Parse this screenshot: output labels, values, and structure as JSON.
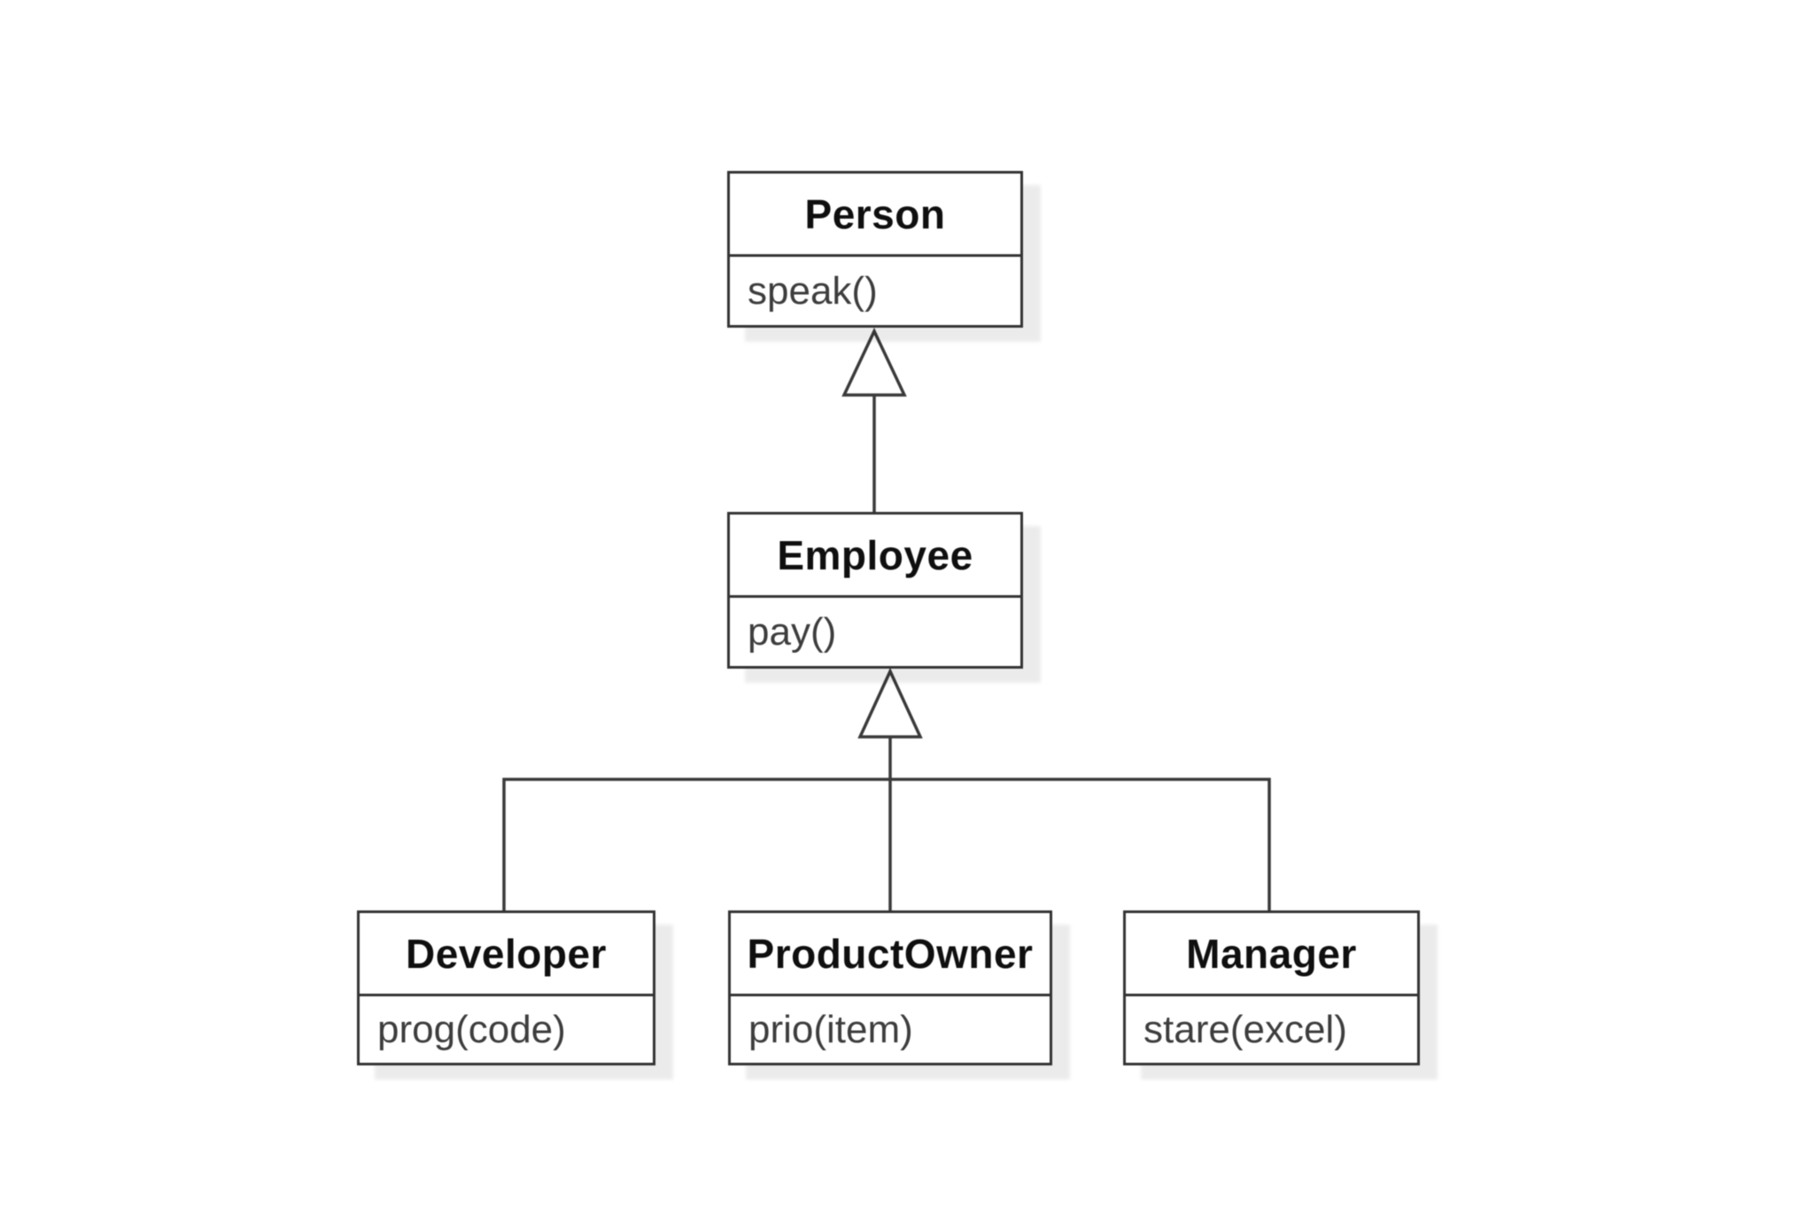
{
  "diagram_type": "UML class diagram (inheritance hierarchy)",
  "colors": {
    "background": "#ffffff",
    "box_border": "#333333",
    "connector": "#3a3a3a",
    "shadow": "rgba(0,0,0,0.08)",
    "class_name_text": "#0f0f0f",
    "method_text": "#3d3d3d"
  },
  "classes": {
    "person": {
      "name": "Person",
      "method": "speak()"
    },
    "employee": {
      "name": "Employee",
      "method": "pay()"
    },
    "developer": {
      "name": "Developer",
      "method": "prog(code)"
    },
    "productowner": {
      "name": "ProductOwner",
      "method": "prio(item)"
    },
    "manager": {
      "name": "Manager",
      "method": "stare(excel)"
    }
  },
  "relationships": [
    {
      "child": "Employee",
      "parent": "Person",
      "type": "generalization"
    },
    {
      "child": "Developer",
      "parent": "Employee",
      "type": "generalization"
    },
    {
      "child": "ProductOwner",
      "parent": "Employee",
      "type": "generalization"
    },
    {
      "child": "Manager",
      "parent": "Employee",
      "type": "generalization"
    }
  ]
}
